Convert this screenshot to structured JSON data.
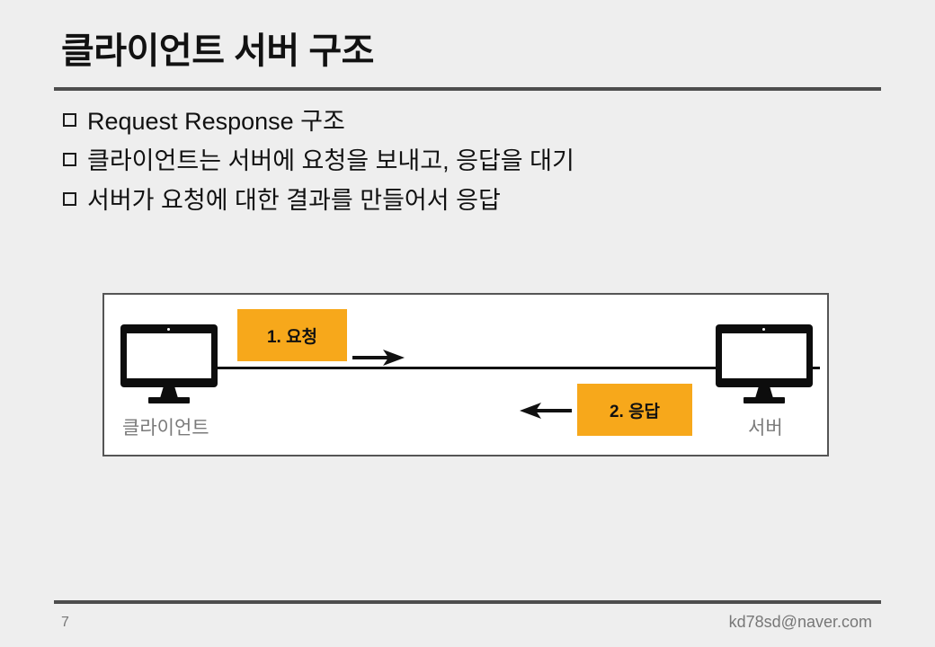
{
  "slide": {
    "title": "클라이언트 서버 구조",
    "bullets": [
      {
        "marker": "hollow-square-bullet",
        "text": "Request Response 구조"
      },
      {
        "marker": "hollow-square-bullet",
        "text": "클라이언트는 서버에 요청을 보내고, 응답을 대기"
      },
      {
        "marker": "hollow-square-bullet",
        "text": "서버가 요청에 대한 결과를 만들어서 응답"
      }
    ]
  },
  "diagram": {
    "nodes": [
      {
        "id": "client",
        "icon": "monitor-icon",
        "label": "클라이언트"
      },
      {
        "id": "server",
        "icon": "monitor-icon",
        "label": "서버"
      }
    ],
    "steps": [
      {
        "id": "request",
        "label": "1. 요청",
        "direction": "right",
        "arrow": "arrow-right-icon"
      },
      {
        "id": "response",
        "label": "2. 응답",
        "direction": "left",
        "arrow": "arrow-left-icon"
      }
    ]
  },
  "footer": {
    "page_number": "7",
    "email": "kd78sd@naver.com"
  },
  "colors": {
    "background": "#eeeeee",
    "rule": "#4d4d4d",
    "accent_orange": "#f7a81b",
    "icon_black": "#0d0d0d",
    "label_gray": "#7a7a7a",
    "footer_gray": "#777777",
    "diagram_border": "#555555"
  }
}
